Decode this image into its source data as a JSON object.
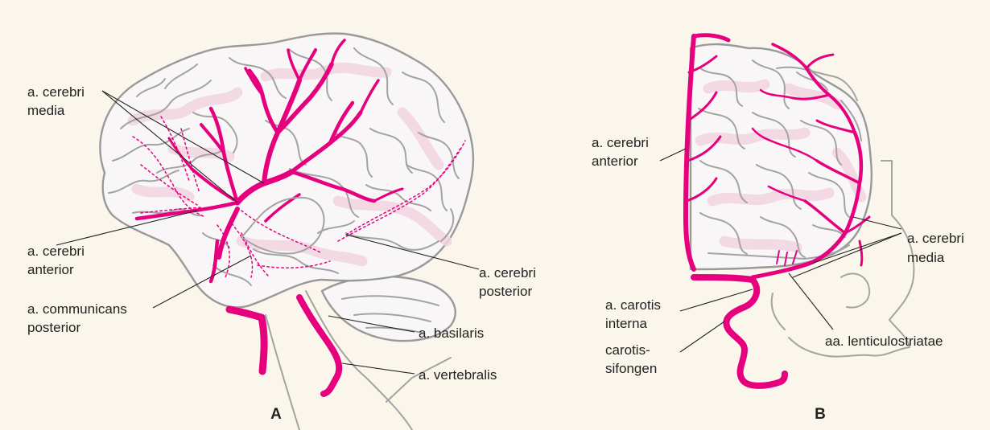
{
  "panel_a": {
    "letter": "A",
    "labels": {
      "media_l1": "a. cerebri",
      "media_l2": "media",
      "anterior_l1": "a. cerebri",
      "anterior_l2": "anterior",
      "communicans_l1": "a. communicans",
      "communicans_l2": "posterior",
      "posterior_l1": "a. cerebri",
      "posterior_l2": "posterior",
      "basilaris": "a. basilaris",
      "vertebralis": "a. vertebralis"
    }
  },
  "panel_b": {
    "letter": "B",
    "labels": {
      "anterior_l1": "a. cerebri",
      "anterior_l2": "anterior",
      "media_l1": "a. cerebri",
      "media_l2": "media",
      "carotis_l1": "a. carotis",
      "carotis_l2": "interna",
      "sifon_l1": "carotis-",
      "sifon_l2": "sifongen",
      "lenticulo": "aa. lenticulostriatae"
    }
  },
  "colors": {
    "background": "#fbf6ec",
    "artery": "#e6007e",
    "brain_outline": "#999999",
    "brain_fill": "#f9f6f8",
    "shading": "#f1d4e0",
    "text": "#222222"
  }
}
